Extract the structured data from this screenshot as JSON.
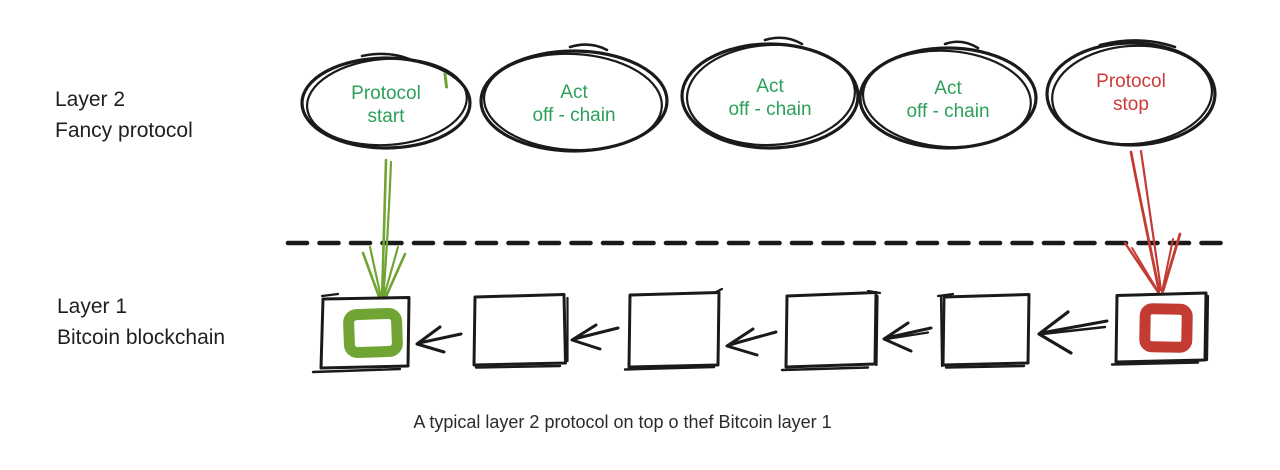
{
  "canvas": {
    "background": "#ffffff"
  },
  "colors": {
    "ink": "#1a1a1a",
    "label_text": "#1f1f1f",
    "caption_text": "#2b2b2b",
    "green_text": "#2ca05a",
    "green_draw": "#70a433",
    "red_text": "#cc3a3a",
    "red_draw": "#c43b33"
  },
  "layer2_label": {
    "line1": "Layer 2",
    "line2": "Fancy protocol"
  },
  "layer1_label": {
    "line1": "Layer 1",
    "line2": "Bitcoin blockchain"
  },
  "nodes": [
    {
      "id": "protocol-start",
      "line1": "Protocol",
      "line2": "start",
      "text_color": "#2ca05a"
    },
    {
      "id": "act-off-chain-1",
      "line1": "Act",
      "line2": "off - chain",
      "text_color": "#2ca05a"
    },
    {
      "id": "act-off-chain-2",
      "line1": "Act",
      "line2": "off - chain",
      "text_color": "#2ca05a"
    },
    {
      "id": "act-off-chain-3",
      "line1": "Act",
      "line2": "off - chain",
      "text_color": "#2ca05a"
    },
    {
      "id": "protocol-stop",
      "line1": "Protocol",
      "line2": "stop",
      "text_color": "#cc3a3a"
    }
  ],
  "chain": {
    "direction": "arrows point left (each block references previous)",
    "blocks": [
      {
        "name": "block-protocol-start",
        "marker": "green-square",
        "marker_color": "#70a433"
      },
      {
        "name": "block-2",
        "marker": "none"
      },
      {
        "name": "block-3",
        "marker": "none"
      },
      {
        "name": "block-4",
        "marker": "none"
      },
      {
        "name": "block-5",
        "marker": "none"
      },
      {
        "name": "block-protocol-stop",
        "marker": "red-square",
        "marker_color": "#c43b33"
      }
    ]
  },
  "caption": "A typical layer 2 protocol on top o thef Bitcoin layer 1"
}
